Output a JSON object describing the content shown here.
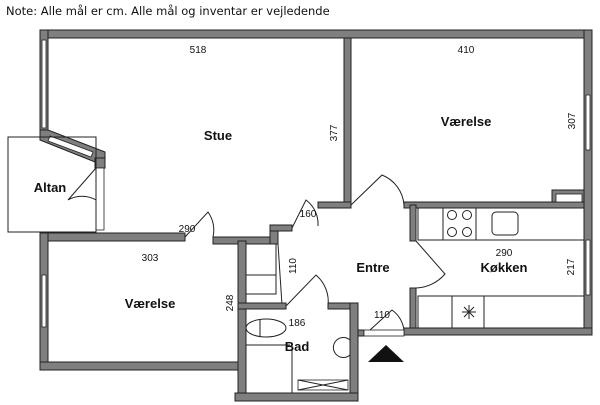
{
  "note": "Note: Alle mål er cm. Alle mål og inventar er vejledende",
  "rooms": {
    "stue": "Stue",
    "vaerelse_top": "Værelse",
    "vaerelse_bottom": "Værelse",
    "altan": "Altan",
    "entre": "Entre",
    "kokken": "Køkken",
    "bad": "Bad"
  },
  "dimensions": {
    "stue_width": "518",
    "stue_depth": "377",
    "vaerelse_top_width": "410",
    "vaerelse_top_depth": "307",
    "hall_290": "290",
    "vaerelse_bottom_width": "303",
    "vaerelse_bottom_depth": "248",
    "entre_160": "160",
    "entre_110_side": "110",
    "bad_width": "186",
    "entry_door": "110",
    "kokken_width": "290",
    "kokken_depth": "217"
  },
  "colors": {
    "wall": "#7f7f7f",
    "outline": "#222222"
  }
}
